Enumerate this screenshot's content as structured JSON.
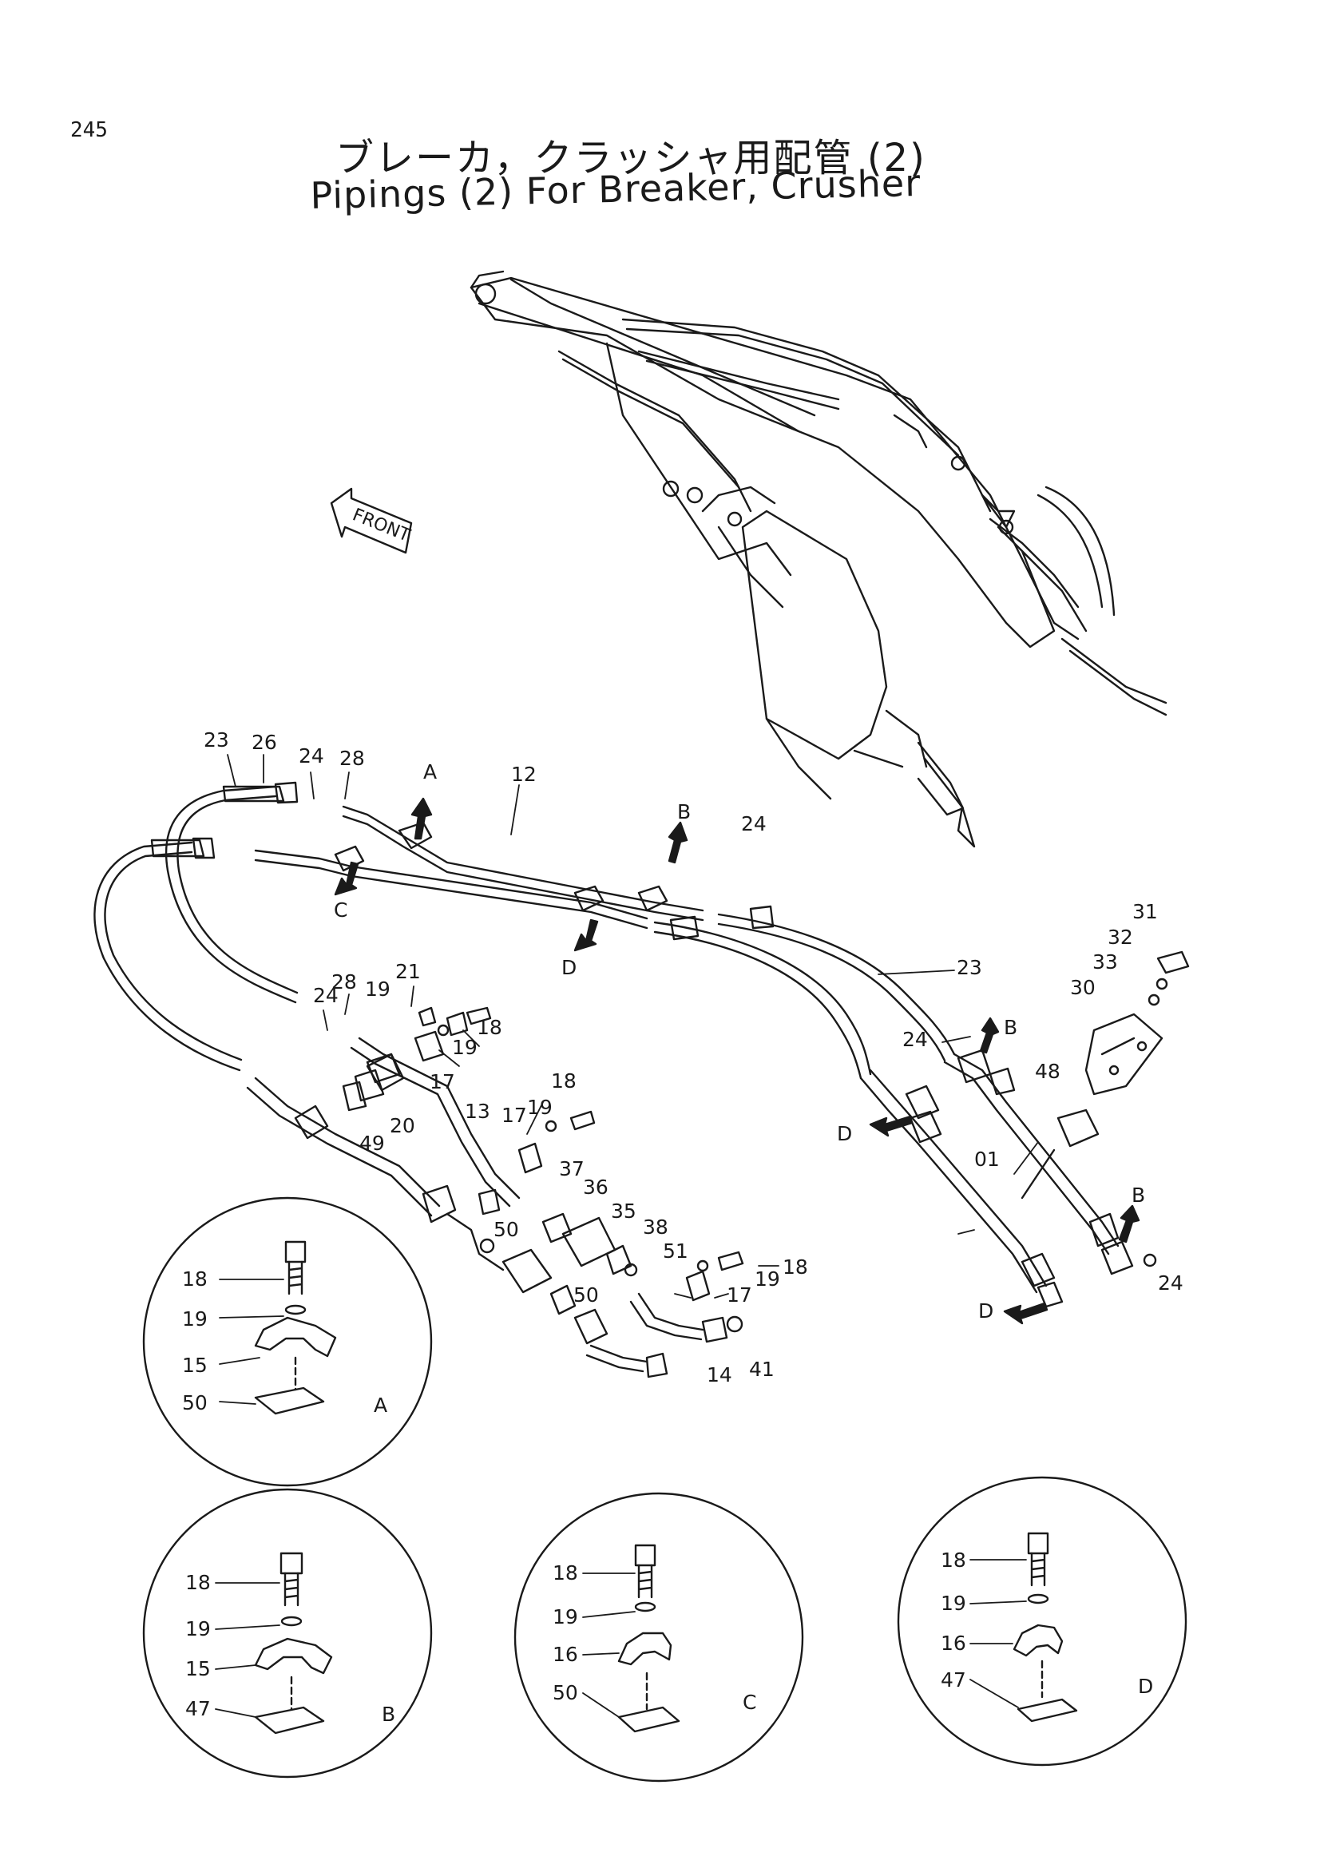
{
  "page_number": "245",
  "title_jp": "ブレーカ，クラッシャ用配管 (2)",
  "title_en": "Pipings (2) For Breaker, Crusher",
  "front_label": "FRONT",
  "callouts": [
    "23",
    "26",
    "24",
    "28",
    "12",
    "24",
    "23",
    "24",
    "28",
    "19",
    "21",
    "18",
    "19",
    "17",
    "20",
    "49",
    "13",
    "17",
    "19",
    "18",
    "37",
    "36",
    "35",
    "38",
    "51",
    "50",
    "50",
    "17",
    "19",
    "18",
    "14",
    "41",
    "31",
    "32",
    "33",
    "30",
    "48",
    "01",
    "24",
    "24"
  ],
  "view_letters": [
    "A",
    "B",
    "C",
    "D",
    "B",
    "B",
    "D",
    "D"
  ],
  "detail_views": [
    {
      "view": "A",
      "labels": [
        "18",
        "19",
        "15",
        "50"
      ]
    },
    {
      "view": "B",
      "labels": [
        "18",
        "19",
        "15",
        "47"
      ]
    },
    {
      "view": "C",
      "labels": [
        "18",
        "19",
        "16",
        "50"
      ]
    },
    {
      "view": "D",
      "labels": [
        "18",
        "19",
        "16",
        "47"
      ]
    }
  ],
  "colors": {
    "ink": "#1a1a1a",
    "paper": "#ffffff"
  }
}
